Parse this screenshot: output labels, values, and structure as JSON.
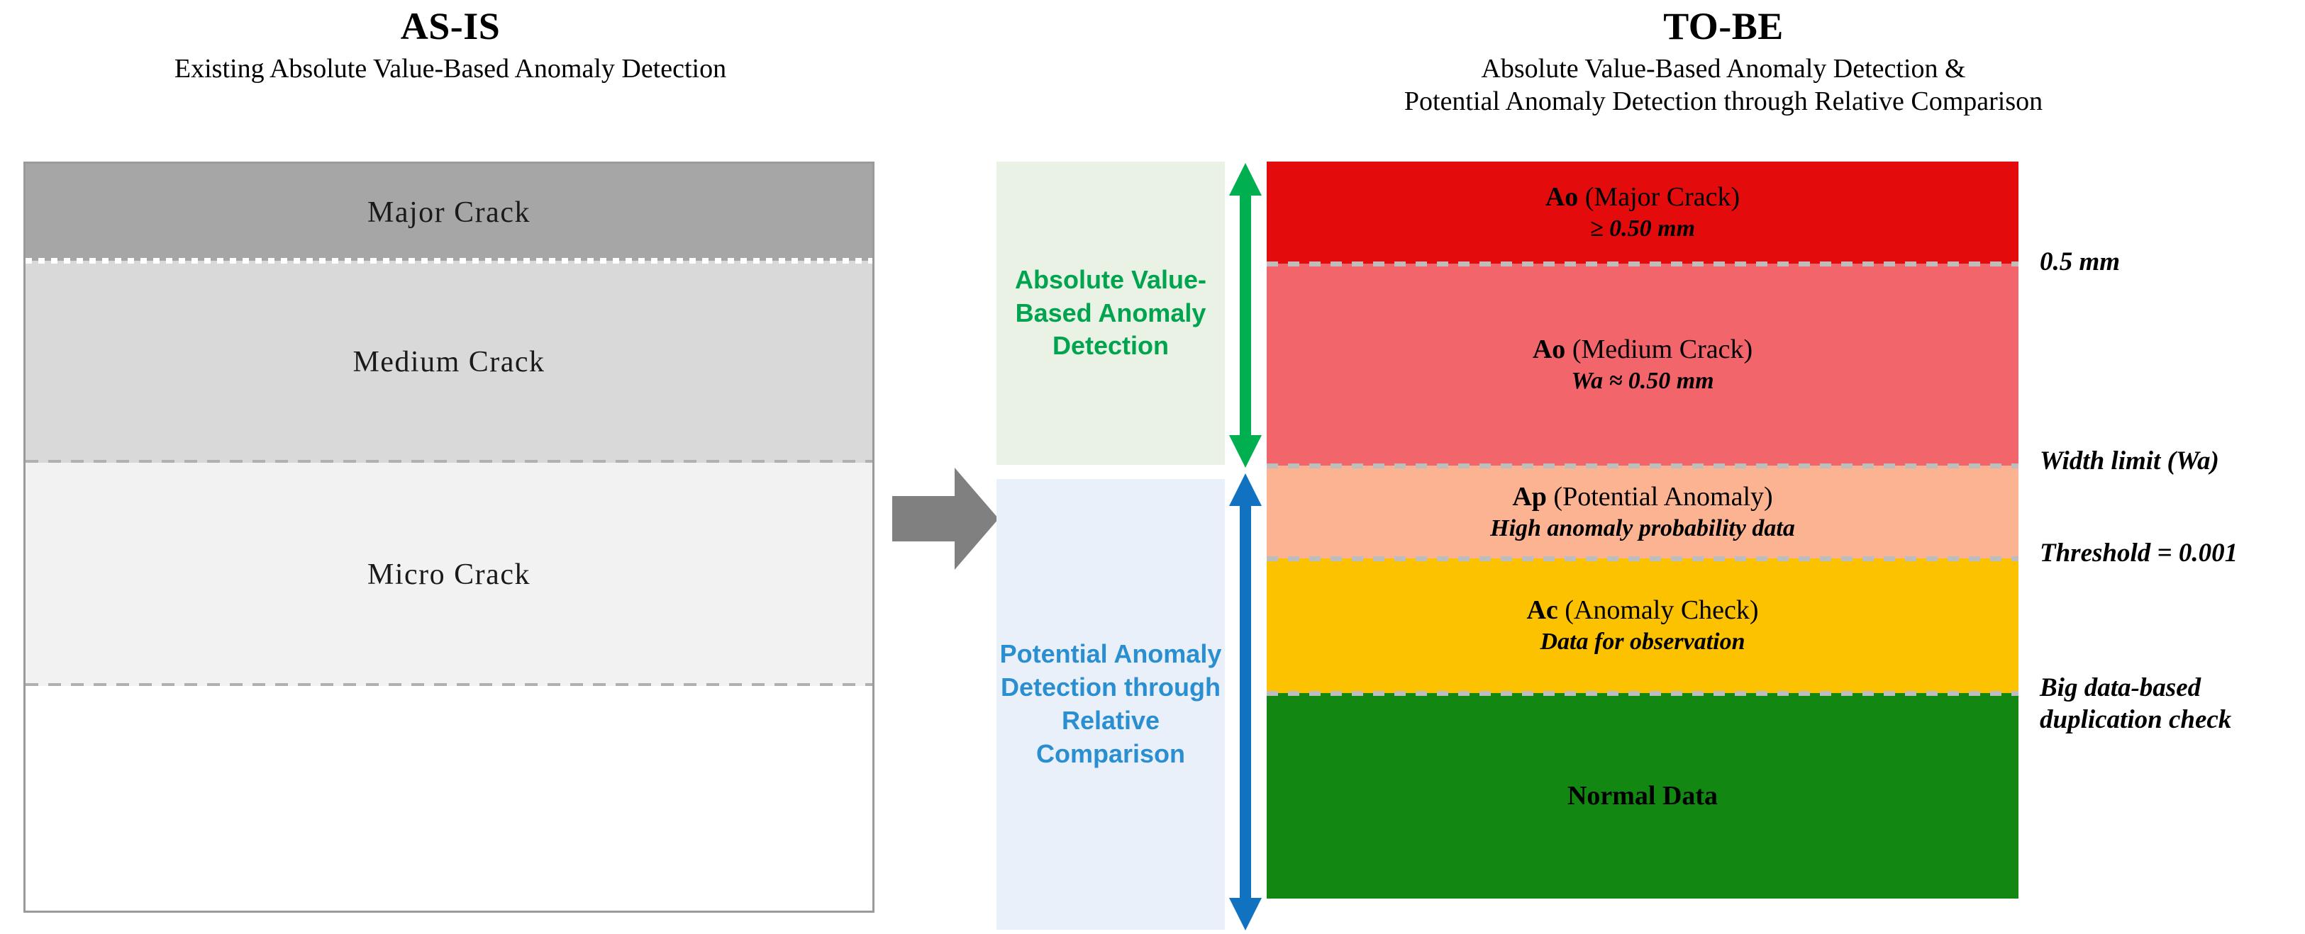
{
  "asis": {
    "title": "AS-IS",
    "subtitle": "Existing Absolute Value-Based Anomaly Detection",
    "bands": [
      {
        "label": "Major Crack",
        "color": "#a6a6a6"
      },
      {
        "label": "Medium Crack",
        "color": "#d9d9d9"
      },
      {
        "label": "Micro Crack",
        "color": "#f2f2f2"
      },
      {
        "label": "",
        "color": "#ffffff"
      }
    ]
  },
  "transition": {
    "icon": "right-arrow-icon",
    "color": "#808080"
  },
  "tobe": {
    "title": "TO-BE",
    "subtitle_line1": "Absolute Value-Based Anomaly Detection &",
    "subtitle_line2": "Potential Anomaly Detection through Relative Comparison",
    "legend": [
      {
        "text": "Absolute Value-Based Anomaly Detection",
        "text_color": "#00a44f",
        "bg_color": "#e9f2e4",
        "arrow_color": "#00b050"
      },
      {
        "text": "Potential Anomaly Detection through Relative Comparison",
        "text_color": "#2a8fd0",
        "bg_color": "#eaf0fa",
        "arrow_color": "#1072c0"
      }
    ],
    "bands": [
      {
        "code": "Ao",
        "name": "(Major Crack)",
        "sub": "≥ 0.50 mm",
        "color": "#e30b0b"
      },
      {
        "code": "Ao",
        "name": "(Medium Crack)",
        "sub": "Wa ≈ 0.50 mm",
        "color": "#f2666b"
      },
      {
        "code": "Ap",
        "name": "(Potential Anomaly)",
        "sub": "High anomaly probability data",
        "color": "#fbb392"
      },
      {
        "code": "Ac",
        "name": "(Anomaly Check)",
        "sub": "Data for observation",
        "color": "#fcc200"
      },
      {
        "code": "Normal Data",
        "name": "",
        "sub": "",
        "color": "#128712"
      }
    ],
    "side_notes": [
      {
        "text": "0.5 mm"
      },
      {
        "text": "Width limit (Wa)"
      },
      {
        "text": "Threshold = 0.001"
      },
      {
        "text_line1": "Big data-based",
        "text_line2": "duplication check"
      }
    ]
  }
}
